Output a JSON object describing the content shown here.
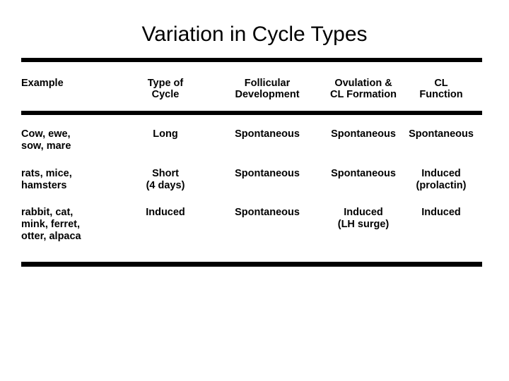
{
  "slide": {
    "title": "Variation in Cycle Types",
    "background_color": "#ffffff",
    "text_color": "#000000",
    "rule_color": "#000000"
  },
  "table": {
    "columns": [
      {
        "header": "Example"
      },
      {
        "header": "Type of\nCycle"
      },
      {
        "header": "Follicular\nDevelopment"
      },
      {
        "header": "Ovulation &\nCL Formation"
      },
      {
        "header": "CL\nFunction"
      }
    ],
    "rows": [
      {
        "example": "Cow, ewe,\nsow, mare",
        "type_of_cycle": "Long",
        "follicular_development": "Spontaneous",
        "ovulation_cl_formation": "Spontaneous",
        "cl_function": "Spontaneous"
      },
      {
        "example": "rats, mice,\nhamsters",
        "type_of_cycle": "Short\n(4 days)",
        "follicular_development": "Spontaneous",
        "ovulation_cl_formation": "Spontaneous",
        "cl_function": "Induced\n(prolactin)"
      },
      {
        "example": "rabbit, cat,\nmink, ferret,\notter, alpaca",
        "type_of_cycle": "Induced",
        "follicular_development": "Spontaneous",
        "ovulation_cl_formation": "Induced\n(LH surge)",
        "cl_function": "Induced"
      }
    ]
  }
}
